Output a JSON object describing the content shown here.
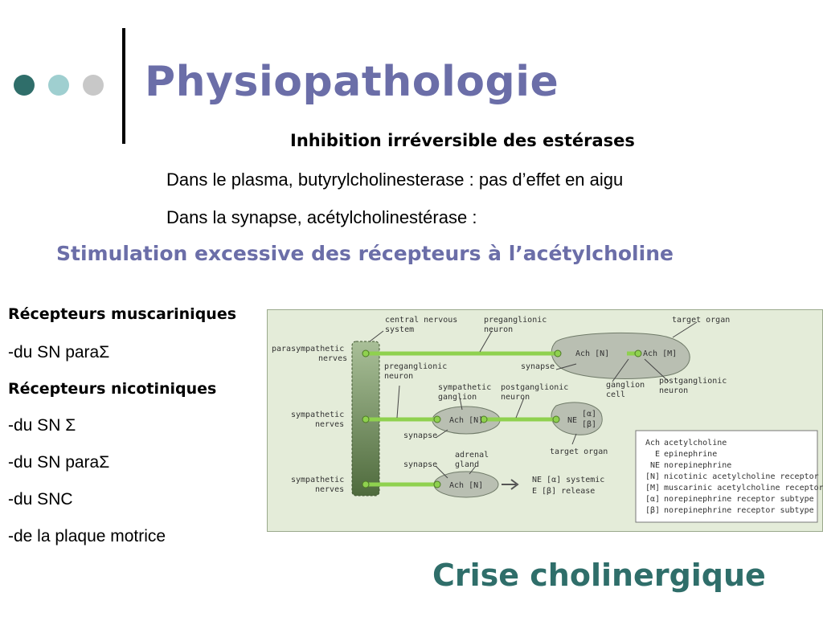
{
  "slide": {
    "title": "Physiopathologie",
    "lines": [
      "Inhibition irréversible des estérases",
      "Dans le plasma, butyrylcholinesterase : pas d’effet en aigu",
      "Dans la synapse, acétylcholinestérase :",
      "Stimulation excessive des récepteurs à l’acétylcholine"
    ],
    "receptors": [
      "Récepteurs muscariniques",
      "-du SN paraΣ",
      "Récepteurs nicotiniques",
      "-du SN Σ",
      "-du SN paraΣ",
      "-du SNC",
      "-de la plaque motrice"
    ],
    "conclusion": "Crise cholinergique",
    "colors": {
      "accent": "#6b6ea8",
      "teal": "#2f6e6a",
      "dots": [
        "#2f6e6a",
        "#9fcfd0",
        "#c8c8c8"
      ]
    }
  },
  "diagram": {
    "labels": {
      "cns_1": "central nervous",
      "cns_2": "system",
      "pregang_top_1": "preganglionic",
      "pregang_top_2": "neuron",
      "target_organ_top": "target organ",
      "para_nerves_1": "parasympathetic",
      "para_nerves_2": "nerves",
      "ach_n_1": "Ach [N]",
      "ach_m": "Ach [M]",
      "synapse_1": "synapse",
      "ganglion_1": "ganglion",
      "ganglion_2": "cell",
      "postgang_1": "postganglionic",
      "postgang_2": "neuron",
      "pregang_mid_1": "preganglionic",
      "pregang_mid_2": "neuron",
      "symp_gang_1": "sympathetic",
      "symp_gang_2": "ganglion",
      "postgang_mid_1": "postganglionic",
      "postgang_mid_2": "neuron",
      "symp_nerves_1a": "sympathetic",
      "symp_nerves_1b": "nerves",
      "ach_n_2": "Ach [N]",
      "ne_alpha": "[α]",
      "ne_beta": "[β]",
      "ne": "NE",
      "synapse_2": "synapse",
      "target_organ_mid": "target organ",
      "adrenal_1": "adrenal",
      "adrenal_2": "gland",
      "synapse_3": "synapse",
      "symp_nerves_2a": "sympathetic",
      "symp_nerves_2b": "nerves",
      "ach_n_3": "Ach [N]",
      "release_1": "NE [α]  systemic",
      "release_2": "E  [β]  release"
    },
    "legend": [
      [
        "Ach",
        "acetylcholine"
      ],
      [
        "E",
        "epinephrine"
      ],
      [
        "NE",
        "norepinephrine"
      ],
      [
        "[N]",
        "nicotinic acetylcholine receptor"
      ],
      [
        "[M]",
        "muscarinic acetylcholine receptor"
      ],
      [
        "[α]",
        "norepinephrine receptor subtype"
      ],
      [
        "[β]",
        "norepinephrine receptor subtype"
      ]
    ],
    "colors": {
      "panel": "#e4ecd9",
      "border": "#9aa98c",
      "nerve": "#8fd14f",
      "cell": "#b9bfb2",
      "column": "#6f8f55"
    }
  }
}
